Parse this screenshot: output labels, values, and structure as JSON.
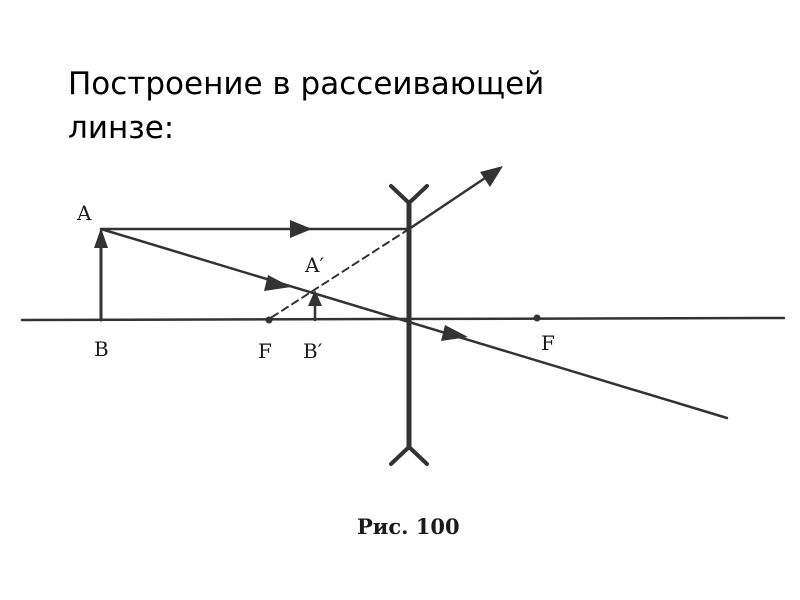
{
  "title": {
    "line1": "Построение в рассеивающей",
    "line2": "линзе:"
  },
  "labels": {
    "object_top": "A",
    "object_base": "B",
    "focus_left": "F",
    "image_top": "A′",
    "image_base": "B′",
    "focus_right": "F"
  },
  "caption": "Рис. 100",
  "colors": {
    "ink": "#333333",
    "background": "#ffffff"
  }
}
